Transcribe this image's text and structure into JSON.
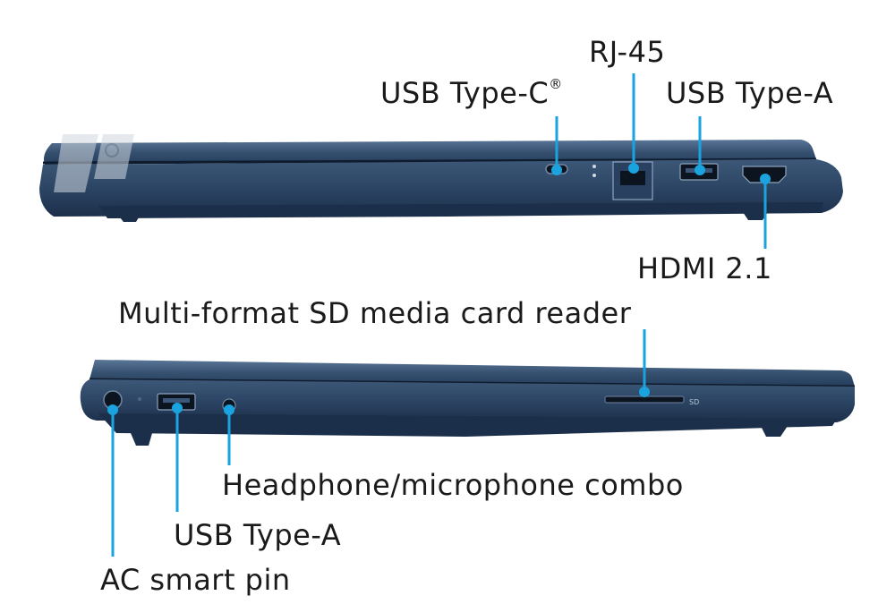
{
  "top_view": {
    "labels": {
      "usb_c": "USB Type-C",
      "usb_c_mark": "®",
      "rj45": "RJ-45",
      "usb_a": "USB Type-A",
      "hdmi": "HDMI 2.1"
    }
  },
  "bottom_view": {
    "labels": {
      "sd_reader": "Multi-format SD media card reader",
      "headphone_mic": "Headphone/microphone combo",
      "usb_a": "USB Type-A",
      "ac_pin": "AC smart pin"
    },
    "sd_slot_mark": "SD"
  },
  "colors": {
    "chassis": "#2f4a6b",
    "chassis_dark": "#1e3250",
    "chassis_light": "#4a6688",
    "callout": "#1aa3df",
    "label_text": "#1a1a1a",
    "watermark": "#c8d0d8"
  }
}
